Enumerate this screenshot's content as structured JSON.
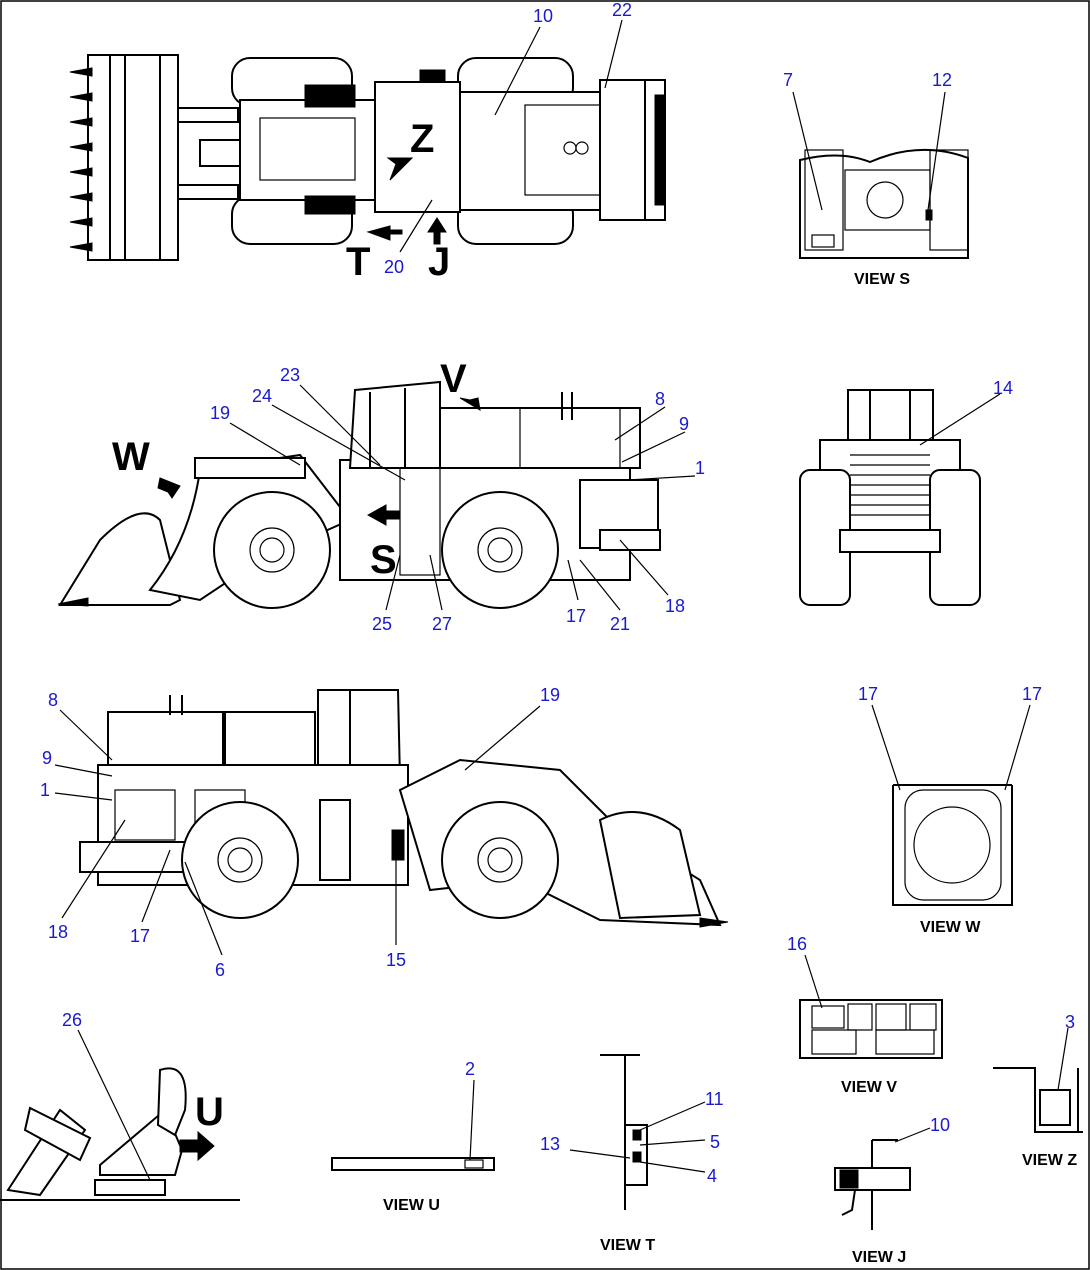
{
  "views": {
    "s": "VIEW S",
    "w": "VIEW W",
    "v": "VIEW V",
    "u": "VIEW U",
    "t": "VIEW T",
    "z": "VIEW Z",
    "j": "VIEW J"
  },
  "view_letters": {
    "z": "Z",
    "t": "T",
    "j": "J",
    "w": "W",
    "v": "V",
    "s": "S",
    "u": "U"
  },
  "callouts": {
    "top": [
      "10",
      "22",
      "20"
    ],
    "view_s": [
      "7",
      "12"
    ],
    "left_side": [
      "23",
      "24",
      "19",
      "8",
      "9",
      "1",
      "25",
      "27",
      "17",
      "21",
      "18"
    ],
    "rear": [
      "14"
    ],
    "right_side": [
      "8",
      "9",
      "1",
      "18",
      "17",
      "6",
      "15",
      "19"
    ],
    "view_w": [
      "17",
      "17"
    ],
    "view_v": [
      "16"
    ],
    "view_z": [
      "3"
    ],
    "cab": [
      "26"
    ],
    "view_u": [
      "2"
    ],
    "view_t": [
      "11",
      "5",
      "13",
      "4"
    ],
    "view_j": [
      "10"
    ]
  }
}
